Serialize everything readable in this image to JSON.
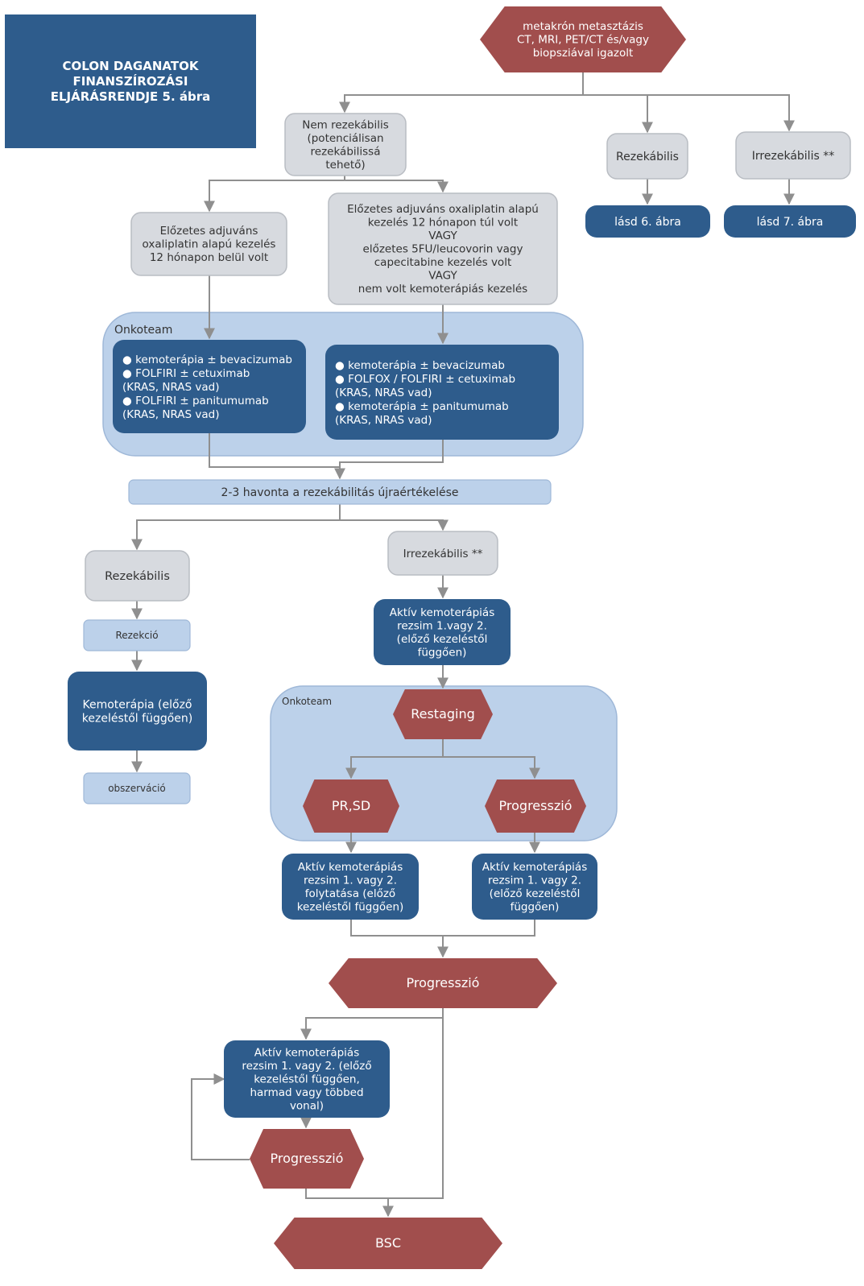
{
  "title": {
    "lines": [
      "COLON DAGANATOK",
      "FINANSZÍROZÁSI",
      "ELJÁRÁSRENDJE 5. ábra"
    ]
  },
  "groups": {
    "onkoteam_top": "Onkoteam",
    "onkoteam_bottom": "Onkoteam"
  },
  "nodes": {
    "start": [
      "metakrón metasztázis",
      "CT, MRI, PET/CT és/vagy",
      "biopsziával igazolt"
    ],
    "nem_rezekabilis": [
      "Nem rezekábilis",
      "(potenciálisan",
      "rezekábilissá",
      "tehető)"
    ],
    "rezekabilis_top": [
      "Rezekábilis"
    ],
    "irrezekabilis_top": [
      "Irrezekábilis **"
    ],
    "lasd6": [
      "lásd 6. ábra"
    ],
    "lasd7": [
      "lásd 7. ábra"
    ],
    "elozetes_belul": [
      "Előzetes adjuváns",
      "oxaliplatin alapú kezelés",
      "12 hónapon belül volt"
    ],
    "elozetes_tul": [
      "Előzetes adjuváns oxaliplatin alapú",
      "kezelés 12 hónapon túl volt",
      "VAGY",
      "előzetes 5FU/leucovorin vagy",
      "capecitabine kezelés volt",
      "VAGY",
      "nem volt kemoterápiás kezelés"
    ],
    "therapy_left": [
      "● kemoterápia ± bevacizumab",
      "● FOLFIRI ± cetuximab",
      "   (KRAS, NRAS vad)",
      "● FOLFIRI ± panitumumab",
      "   (KRAS, NRAS vad)"
    ],
    "therapy_right": [
      "● kemoterápia ± bevacizumab",
      "● FOLFOX / FOLFIRI ± cetuximab",
      "   (KRAS, NRAS vad)",
      "● kemoterápia ± panitumumab",
      "   (KRAS, NRAS vad)"
    ],
    "reevaluation": [
      "2-3 havonta a rezekábilitás újraértékelése"
    ],
    "rezekabilis_mid": [
      "Rezekábilis"
    ],
    "irrezekabilis_mid": [
      "Irrezekábilis **"
    ],
    "rezekcio": [
      "Rezekció"
    ],
    "kemoterapia_elozo": [
      "Kemoterápia (előző",
      "kezeléstől függően)"
    ],
    "obszervacio": [
      "obszerváció"
    ],
    "aktiv_1": [
      "Aktív kemoterápiás",
      "rezsim 1.vagy 2.",
      "(előző kezeléstől",
      "függően)"
    ],
    "restaging": [
      "Restaging"
    ],
    "pr_sd": [
      "PR,SD"
    ],
    "progresszio_mid": [
      "Progresszió"
    ],
    "aktiv_folytatasa": [
      "Aktív kemoterápiás",
      "rezsim 1. vagy 2.",
      "folytatása (előző",
      "kezeléstől függően)"
    ],
    "aktiv_2": [
      "Aktív kemoterápiás",
      "rezsim 1. vagy 2.",
      "(előző kezeléstől",
      "függően)"
    ],
    "progresszio_big": [
      "Progresszió"
    ],
    "aktiv_3": [
      "Aktív kemoterápiás",
      "rezsim 1. vagy 2.  (előző",
      "kezeléstől függően,",
      "harmad vagy többed",
      "vonal)"
    ],
    "progresszio_loop": [
      "Progresszió"
    ],
    "bsc": [
      "BSC"
    ]
  },
  "colors": {
    "dark_blue": "#2e5c8c",
    "red": "#a14e4d",
    "grey": "#d7dadf",
    "light_blue": "#bcd1ea",
    "edge": "#8f8f8f"
  }
}
